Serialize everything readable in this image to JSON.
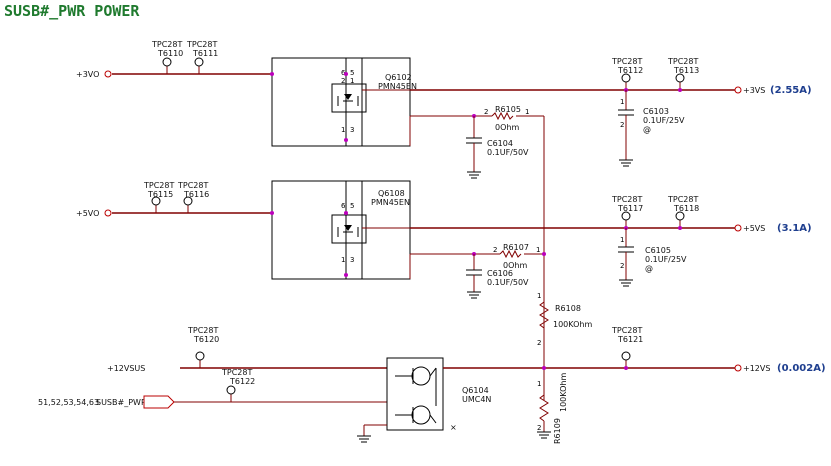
{
  "title": "SUSB#_PWR POWER",
  "nets": {
    "p3vo": "+3VO",
    "p5vo": "+5VO",
    "p12vsus": "+12VSUS",
    "p3vs": "+3VS",
    "p5vs": "+5VS",
    "p12vs": "+12VS",
    "susb": "SUSB#_PWR",
    "susb_pages": "51,52,53,54,63"
  },
  "currents": {
    "p3vs": "(2.55A)",
    "p5vs": "(3.1A)",
    "p12vs": "(0.002A)"
  },
  "testpoints": [
    {
      "type": "TPC28T",
      "ref": "T6110"
    },
    {
      "type": "TPC28T",
      "ref": "T6111"
    },
    {
      "type": "TPC28T",
      "ref": "T6112"
    },
    {
      "type": "TPC28T",
      "ref": "T6113"
    },
    {
      "type": "TPC28T",
      "ref": "T6115"
    },
    {
      "type": "TPC28T",
      "ref": "T6116"
    },
    {
      "type": "TPC28T",
      "ref": "T6117"
    },
    {
      "type": "TPC28T",
      "ref": "T6118"
    },
    {
      "type": "TPC28T",
      "ref": "T6120"
    },
    {
      "type": "TPC28T",
      "ref": "T6122"
    },
    {
      "type": "TPC28T",
      "ref": "T6121"
    }
  ],
  "components": {
    "q6102": {
      "ref": "Q6102",
      "part": "PMN45EN"
    },
    "q6108": {
      "ref": "Q6108",
      "part": "PMN45EN"
    },
    "q6104": {
      "ref": "Q6104",
      "part": "UMC4N"
    },
    "r6105": {
      "ref": "R6105",
      "value": "0Ohm"
    },
    "r6107": {
      "ref": "R6107",
      "value": "0Ohm"
    },
    "r6108": {
      "ref": "R6108",
      "value": "100KOhm"
    },
    "r6109": {
      "ref": "R6109",
      "value": "100KOhm"
    },
    "c6103": {
      "ref": "C6103",
      "value": "0.1UF/25V",
      "mark": "@"
    },
    "c6104": {
      "ref": "C6104",
      "value": "0.1UF/50V"
    },
    "c6105": {
      "ref": "C6105",
      "value": "0.1UF/25V",
      "mark": "@"
    },
    "c6106": {
      "ref": "C6106",
      "value": "0.1UF/50V"
    }
  }
}
